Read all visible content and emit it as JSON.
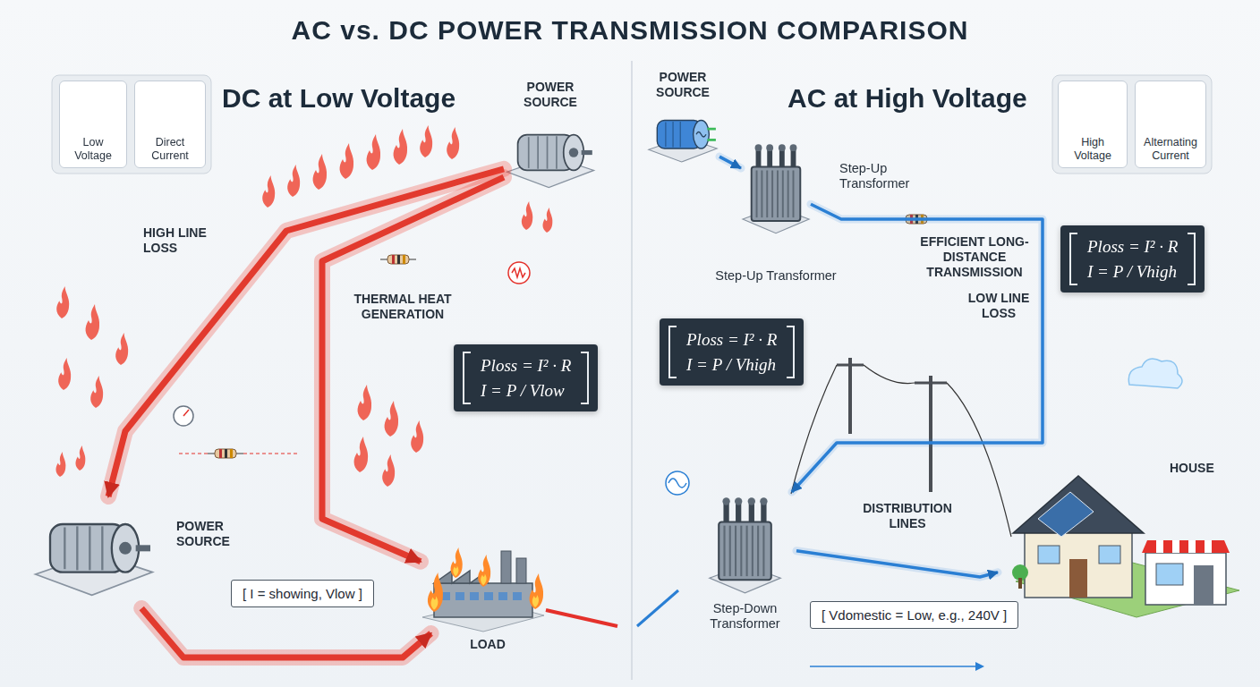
{
  "diagram": {
    "title": "AC vs. DC POWER TRANSMISSION COMPARISON",
    "nodes": [
      {
        "text": [
          "Low Voltage"
        ]
      },
      {
        "text": [
          "Direct Current"
        ]
      },
      {
        "text": [
          "POWER SOURCE"
        ]
      },
      {
        "text": [
          "POWER SOURCE"
        ]
      },
      {
        "text": [
          "Ploss = I² · R",
          "I = P / Vlow"
        ]
      },
      {
        "text": [
          "[ I = showing, Vlow ]"
        ]
      },
      {
        "text": [
          "LOAD"
        ]
      },
      {
        "text": [
          "POWER SOURCE"
        ]
      },
      {
        "text": [
          "High Voltage"
        ]
      },
      {
        "text": [
          "Alternating Current"
        ]
      },
      {
        "text": [
          "Step-Up Transformer",
          "Step-Up Transformer"
        ]
      },
      {
        "text": [
          "Ploss = I² · R",
          "I = P / Vhigh"
        ]
      },
      {
        "text": [
          "Ploss = I² · R",
          "I = P / Vhigh"
        ]
      },
      {
        "text": [
          "Step-Down Transformer"
        ]
      },
      {
        "text": [
          "[ Vdomestic = Low, e.g., 240V ]"
        ]
      },
      {
        "text": [
          "HOUSE"
        ]
      }
    ],
    "edges": [
      {
        "from": 2,
        "to": 3,
        "arrow": "to"
      },
      {
        "from": 2,
        "to": 6,
        "arrow": "to"
      },
      {
        "from": 3,
        "to": 6,
        "arrow": "to"
      },
      {
        "from": 7,
        "to": 10,
        "arrow": "to"
      },
      {
        "from": 10,
        "to": 13,
        "arrow": "to"
      },
      {
        "from": 13,
        "to": 15,
        "arrow": "to"
      }
    ],
    "labels": [
      "DC at Low Voltage",
      "HIGH LINE LOSS",
      "THERMAL HEAT GENERATION",
      "AC at High Voltage",
      "EFFICIENT LONG-DISTANCE TRANSMISSION",
      "LOW LINE LOSS",
      "DISTRIBUTION LINES"
    ]
  }
}
